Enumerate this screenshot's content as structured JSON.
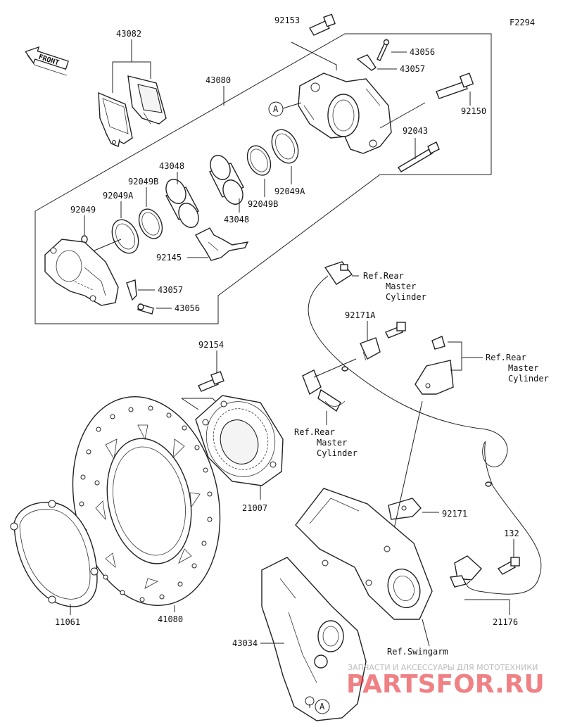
{
  "figure_code": "F2294",
  "front_label": "FRONT",
  "circle_ref": "A",
  "labels": {
    "p43082": "43082",
    "p43080": "43080",
    "p92153": "92153",
    "p43056_top": "43056",
    "p43057_top": "43057",
    "p92150": "92150",
    "p92043": "92043",
    "p43048_a": "43048",
    "p43048_b": "43048",
    "p92049B_a": "92049B",
    "p92049B_b": "92049B",
    "p92049A_a": "92049A",
    "p92049A_b": "92049A",
    "p92049": "92049",
    "p92145": "92145",
    "p43057_bot": "43057",
    "p43056_bot": "43056",
    "p92154": "92154",
    "p21007": "21007",
    "p41080": "41080",
    "p11061": "11061",
    "p92171A": "92171A",
    "p92171": "92171",
    "p132": "132",
    "p21176": "21176",
    "p43034": "43034"
  },
  "refs": {
    "rear_master_1": [
      "Ref.Rear",
      "Master",
      "Cylinder"
    ],
    "rear_master_2": [
      "Ref.Rear",
      "Master",
      "Cylinder"
    ],
    "rear_master_3": [
      "Ref.Rear",
      "Master",
      "Cylinder"
    ],
    "swingarm": "Ref.Swingarm"
  },
  "watermark": {
    "tagline": "ЗАПЧАСТИ И АКСЕССУАРЫ ДЛЯ МОТОТЕХНИКИ",
    "brand": "PARTSFOR.RU",
    "brand_color": "#e31b23"
  }
}
